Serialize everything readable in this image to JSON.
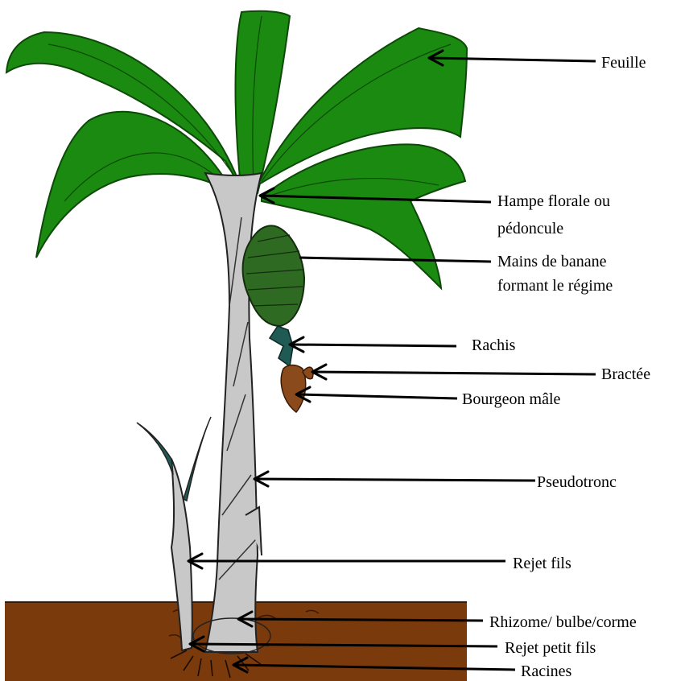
{
  "colors": {
    "leaf": "#1a8a10",
    "leaf_edge": "#0d4a08",
    "pseudostem": "#c8c8c8",
    "soil": "#7a3a0c",
    "bunch": "#2f6a22",
    "rachis": "#1f5a55",
    "male_bud": "#8a4a1c",
    "label_text": "#000000"
  },
  "labels": {
    "feuille": "Feuille",
    "hampe_1": "Hampe florale ou",
    "hampe_2": "pédoncule",
    "mains_1": "Mains de banane",
    "mains_2": "formant le régime",
    "rachis": "Rachis",
    "bractee": "Bractée",
    "bourgeon": "Bourgeon mâle",
    "pseudotronc": "Pseudotronc",
    "rejet_fils": "Rejet fils",
    "rhizome": "Rhizome/ bulbe/corme",
    "rejet_petit_fils": "Rejet petit fils",
    "racines": "Racines"
  }
}
